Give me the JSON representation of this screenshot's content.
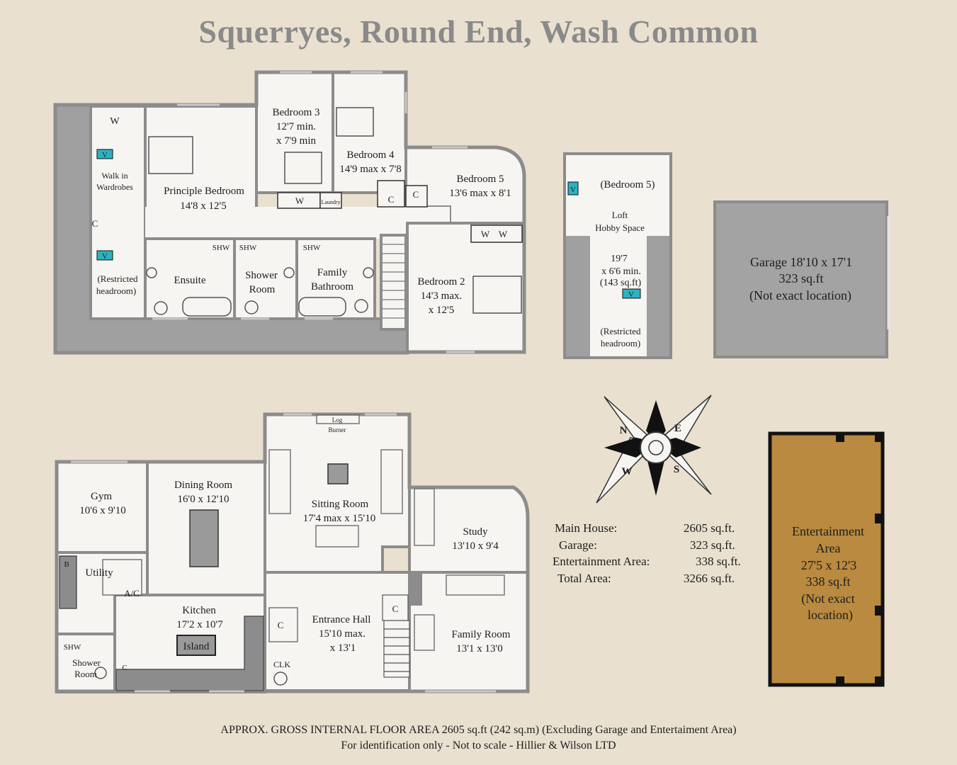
{
  "title": "Squerryes, Round End, Wash Common",
  "colors": {
    "background": "#e9e0d0",
    "wall": "#8c8c8c",
    "floor": "#f6f5f2",
    "restricted": "#a0a0a0",
    "garage": "#a3a3a3",
    "entertainment": "#b98a3f",
    "vent": "#2bb3c0"
  },
  "first_floor": {
    "walk_in": {
      "w": "W",
      "v": "V",
      "l1": "Walk in",
      "l2": "Wardrobes",
      "c": "C",
      "v2": "V",
      "r1": "(Restricted",
      "r2": "headroom)"
    },
    "principle": {
      "l1": "Principle Bedroom",
      "l2": "14'8 x 12'5"
    },
    "bed3": {
      "l1": "Bedroom 3",
      "l2": "12'7 min.",
      "l3": "x 7'9 min"
    },
    "bed4": {
      "l1": "Bedroom 4",
      "l2": "14'9 max x 7'8"
    },
    "bed5": {
      "l1": "Bedroom 5",
      "l2": "13'6 max x 8'1"
    },
    "bed2": {
      "l1": "Bedroom 2",
      "l2": "14'3 max.",
      "l3": "x 12'5"
    },
    "ensuite": "Ensuite",
    "shower": {
      "l1": "Shower",
      "l2": "Room"
    },
    "family_bath": {
      "l1": "Family",
      "l2": "Bathroom"
    },
    "shw": "SHW",
    "w": "W",
    "laundry": "Laundry",
    "c": "C"
  },
  "loft": {
    "bed5": "(Bedroom 5)",
    "l1": "Loft",
    "l2": "Hobby Space",
    "d1": "19'7",
    "d2": "x 6'6 min.",
    "d3": "(143 sq.ft)",
    "v": "V",
    "r1": "(Restricted",
    "r2": "headroom)"
  },
  "garage": {
    "l1": "Garage 18'10 x 17'1",
    "l2": "323 sq.ft",
    "l3": "(Not exact location)"
  },
  "compass": {
    "n": "N",
    "e": "E",
    "s": "S",
    "w": "W"
  },
  "ground_floor": {
    "gym": {
      "l1": "Gym",
      "l2": "10'6 x 9'10"
    },
    "dining": {
      "l1": "Dining Room",
      "l2": "16'0 x 12'10"
    },
    "sitting": {
      "l1": "Sitting Room",
      "l2": "17'4 max x 15'10"
    },
    "log1": "Log",
    "log2": "Burner",
    "study": {
      "l1": "Study",
      "l2": "13'10 x 9'4"
    },
    "utility": "Utility",
    "ac": "A/C",
    "kitchen": {
      "l1": "Kitchen",
      "l2": "17'2 x 10'7"
    },
    "island": "Island",
    "entrance": {
      "l1": "Entrance Hall",
      "l2": "15'10 max.",
      "l3": "x 13'1"
    },
    "family": {
      "l1": "Family Room",
      "l2": "13'1 x 13'0"
    },
    "shower": {
      "l1": "Shower",
      "l2": "Room"
    },
    "shw": "SHW",
    "clk": "CLK",
    "c": "C",
    "b": "B"
  },
  "entertainment": {
    "l1": "Entertainment",
    "l2": "Area",
    "l3": "27'5 x 12'3",
    "l4": "338 sq.ft",
    "l5": "(Not exact",
    "l6": "location)"
  },
  "areas": [
    {
      "label": "Main House:",
      "value": "2605 sq.ft."
    },
    {
      "label": "Garage:",
      "value": "323 sq.ft."
    },
    {
      "label": "Entertainment Area:",
      "value": "338 sq.ft."
    },
    {
      "label": "Total Area:",
      "value": "3266 sq.ft."
    }
  ],
  "footer": {
    "line1": "APPROX. GROSS INTERNAL FLOOR AREA 2605 sq.ft (242 sq.m) (Excluding Garage and Entertaiment Area)",
    "line2": "For identification only - Not to scale - Hillier & Wilson LTD"
  }
}
